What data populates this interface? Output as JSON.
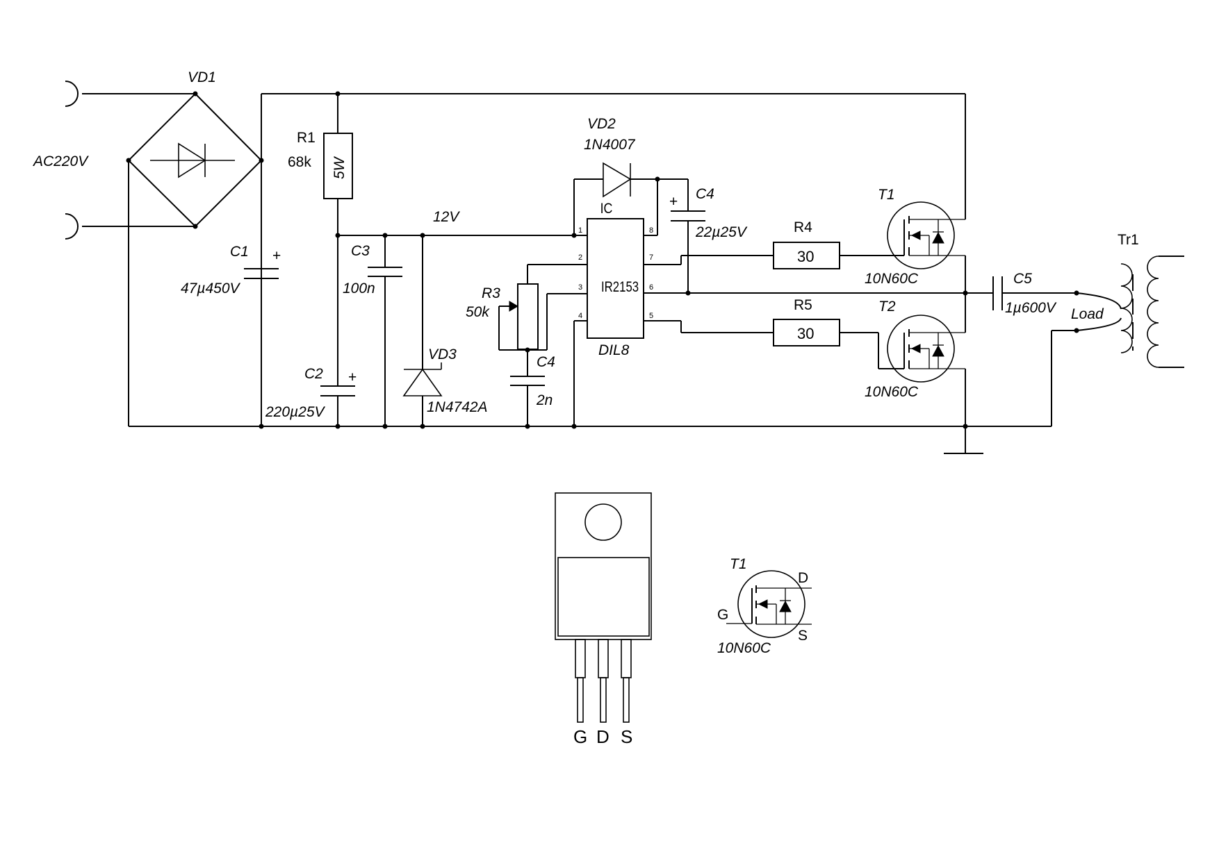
{
  "labels": {
    "ac_input": "AC220V",
    "vd1": "VD1",
    "c1_ref": "C1",
    "c1_val": "47µ450V",
    "r1_ref": "R1",
    "r1_val": "68k",
    "r1_power": "5W",
    "c3_ref": "C3",
    "c3_val": "100n",
    "c2_ref": "C2",
    "c2_val": "220µ25V",
    "net_12v": "12V",
    "vd3_ref": "VD3",
    "vd3_val": "1N4742A",
    "r3_ref": "R3",
    "r3_val": "50k",
    "c4_low_ref": "C4",
    "c4_low_val": "2n",
    "vd2_ref": "VD2",
    "vd2_val": "1N4007",
    "ic_ref": "IC",
    "ic_part": "IR2153",
    "ic_package": "DIL8",
    "c4_top_ref": "C4",
    "c4_top_val": "22µ25V",
    "r4_ref": "R4",
    "r4_val": "30",
    "r5_ref": "R5",
    "r5_val": "30",
    "t1_ref": "T1",
    "t1_part": "10N60C",
    "t2_ref": "T2",
    "t2_part": "10N60C",
    "c5_ref": "C5",
    "c5_val": "1µ600V",
    "load": "Load",
    "tr1": "Tr1",
    "pin_g": "G",
    "pin_d": "D",
    "pin_s": "S",
    "legend_ref": "T1",
    "legend_part": "10N60C",
    "legend_g": "G",
    "legend_d": "D",
    "legend_s": "S",
    "ic_pins": [
      "1",
      "2",
      "3",
      "4",
      "5",
      "6",
      "7",
      "8"
    ],
    "plus": "+"
  },
  "icons": [
    "ac-socket-icon",
    "bridge-rectifier-icon",
    "capacitor-icon",
    "electrolytic-capacitor-icon",
    "resistor-icon",
    "potentiometer-icon",
    "diode-icon",
    "zener-diode-icon",
    "ic-icon",
    "mosfet-icon",
    "transformer-icon",
    "ground-icon",
    "to220-package-icon"
  ]
}
